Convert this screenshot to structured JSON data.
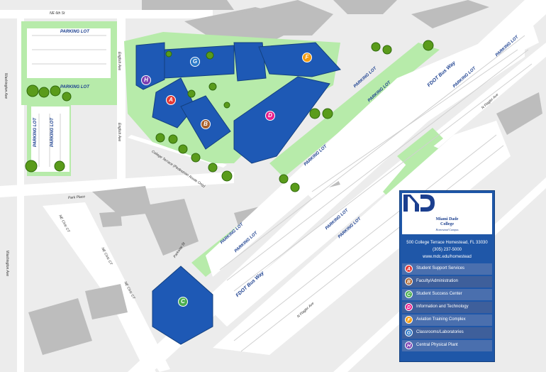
{
  "colors": {
    "road": "#ffffff",
    "background": "#ececec",
    "green": "#b7ebaa",
    "building": "#1e59b5",
    "tree": "#5a9b1b",
    "text": "#1b3f8f",
    "legend_bg": "#1f57a8",
    "A": "#e53935",
    "B": "#a8602b",
    "C": "#4caf50",
    "D": "#e91e8c",
    "F": "#f39c12",
    "G": "#2a77c7",
    "H": "#7b3fb2"
  },
  "streets": {
    "ne6th": "NE 6th St",
    "washington1": "Washington Ave",
    "washington2": "Washington Ave",
    "english1": "English Ave",
    "english2": "English Ave",
    "parkplace": "Park Place",
    "ne_ct_1": "NE Civic CT",
    "ne_ct_2": "NE Civic CT",
    "ne_ct_3": "NE Civic CT",
    "college_terrace": "College Terrace (Pedestrian Route Only)",
    "fdot1": "FDOT Bus Way",
    "fdot2": "FDOT Bus Way",
    "flagler1": "N Flagler Ave",
    "flagler2": "N Flagler Ave",
    "parkway": "Parkway St"
  },
  "parking_label": "PARKING LOT",
  "buildings": {
    "A": "A",
    "B": "B",
    "C": "C",
    "D": "D",
    "F": "F",
    "G": "G",
    "H": "H"
  },
  "legend": {
    "logo_line1": "Miami Dade",
    "logo_line2": "College",
    "logo_line3": "Homestead Campus",
    "address": "500 College Terrace  Homestead, FL 33030",
    "phone": "(305) 237-5000",
    "web": "www.mdc.edu/homestead",
    "items": [
      {
        "letter": "A",
        "label": "Student Support Services",
        "color": "#e53935"
      },
      {
        "letter": "B",
        "label": "Faculty/Administration",
        "color": "#a8602b"
      },
      {
        "letter": "C",
        "label": "Student Success Center",
        "color": "#4caf50"
      },
      {
        "letter": "D",
        "label": "Information and Technology",
        "color": "#e91e8c"
      },
      {
        "letter": "F",
        "label": "Aviation Training Complex",
        "color": "#f39c12"
      },
      {
        "letter": "G",
        "label": "Classrooms/Laboratories",
        "color": "#2a77c7"
      },
      {
        "letter": "H",
        "label": "Central Physical Plant",
        "color": "#7b3fb2"
      }
    ]
  }
}
